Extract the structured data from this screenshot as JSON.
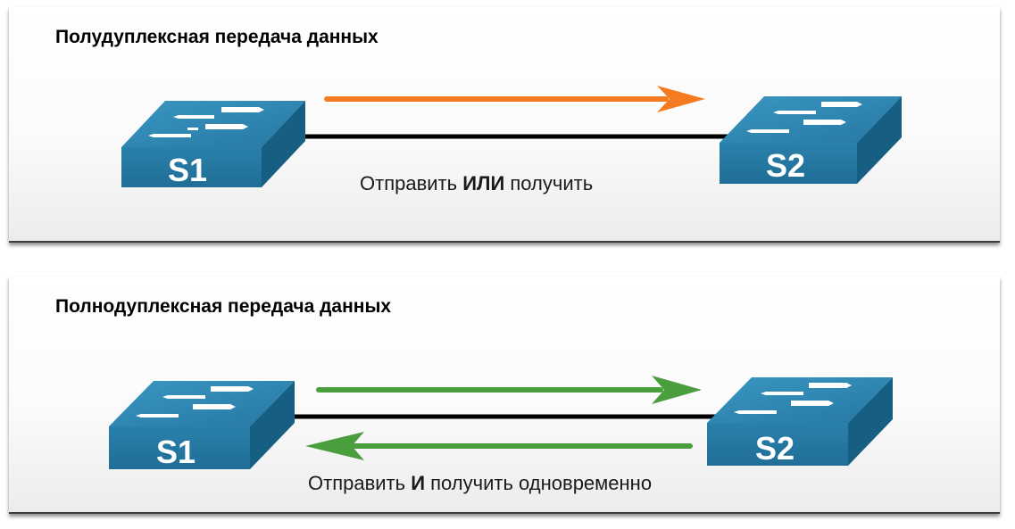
{
  "colors": {
    "half_duplex_arrow": "#F47B20",
    "full_duplex_arrow": "#4A9E3E",
    "switch_front": "#2277A0",
    "switch_top": "#2E88B4",
    "switch_side": "#155C80",
    "link": "#000000"
  },
  "half_duplex": {
    "title": "Полудуплексная передача данных",
    "caption_pre": "Отправить ",
    "caption_bold": "ИЛИ",
    "caption_post": " получить",
    "switch_left": "S1",
    "switch_right": "S2",
    "arrows": [
      "S1 → S2"
    ]
  },
  "full_duplex": {
    "title": "Полнодуплексная передача данных",
    "caption_pre": "Отправить ",
    "caption_bold": "И",
    "caption_post": " получить одновременно",
    "switch_left": "S1",
    "switch_right": "S2",
    "arrows": [
      "S1 → S2",
      "S2 → S1"
    ]
  }
}
